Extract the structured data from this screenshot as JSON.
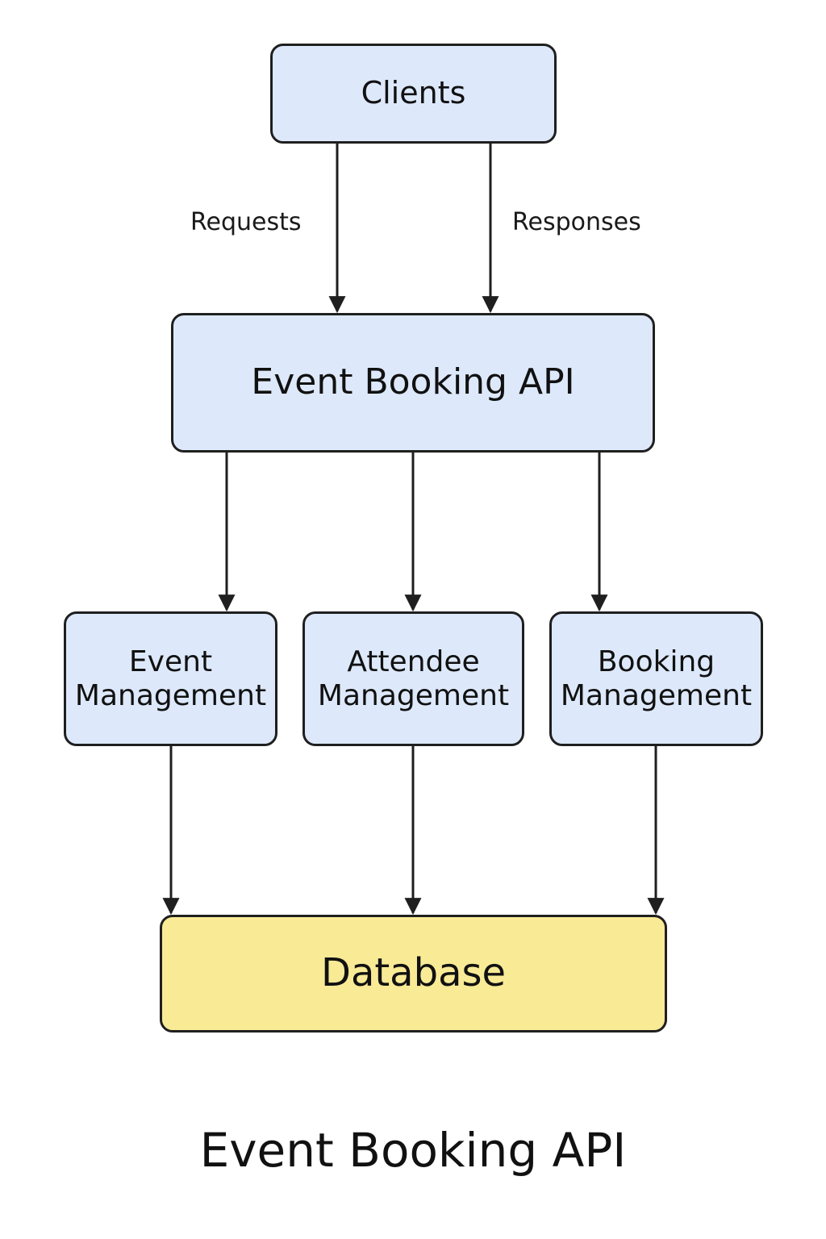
{
  "diagram": {
    "nodes": {
      "clients": "Clients",
      "api": "Event Booking API",
      "event_management": "Event Management",
      "attendee_management": "Attendee Management",
      "booking_management": "Booking Management",
      "database": "Database"
    },
    "edge_labels": {
      "requests": "Requests",
      "responses": "Responses"
    },
    "edges": [
      {
        "from": "clients",
        "to": "api",
        "label": "requests"
      },
      {
        "from": "clients",
        "to": "api",
        "label": "responses"
      },
      {
        "from": "api",
        "to": "event_management"
      },
      {
        "from": "api",
        "to": "attendee_management"
      },
      {
        "from": "api",
        "to": "booking_management"
      },
      {
        "from": "event_management",
        "to": "database"
      },
      {
        "from": "attendee_management",
        "to": "database"
      },
      {
        "from": "booking_management",
        "to": "database"
      }
    ],
    "colors": {
      "service_fill": "#dde9fb",
      "database_fill": "#f9ea96",
      "stroke": "#1f1f1f"
    }
  },
  "footer": {
    "title": "Event Booking API"
  }
}
